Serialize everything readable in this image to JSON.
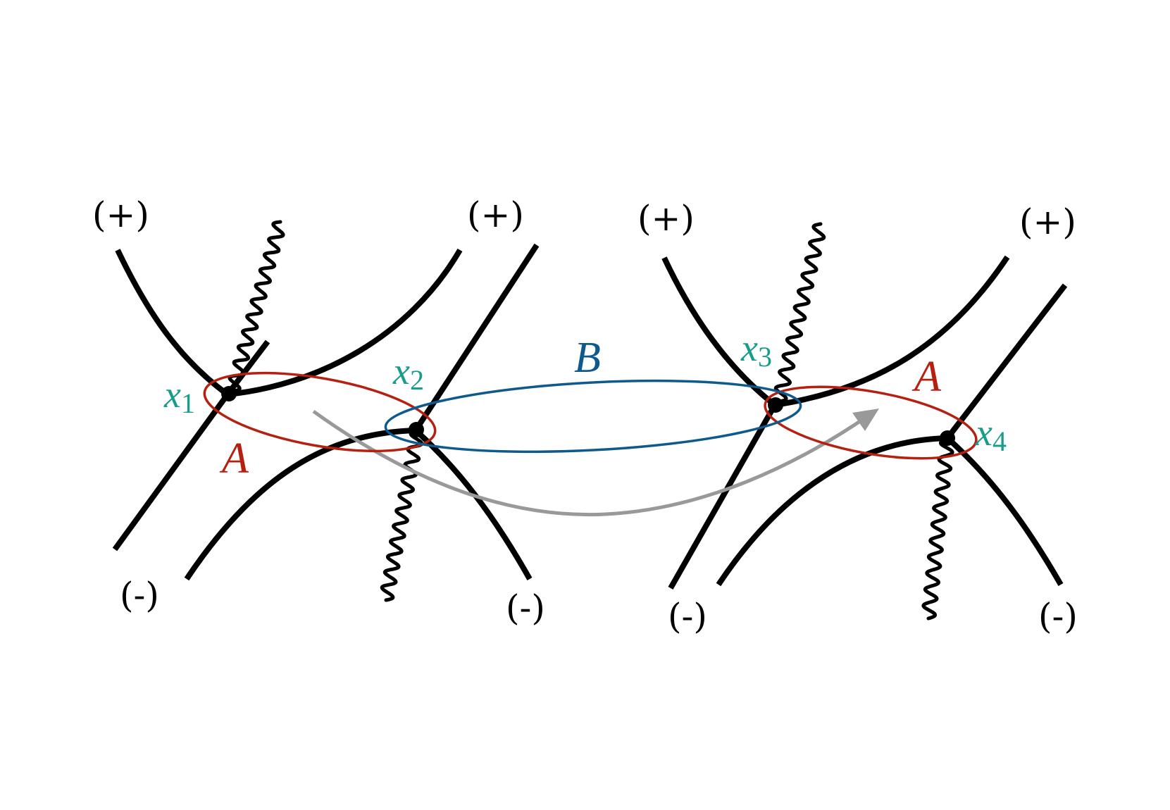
{
  "colors": {
    "line": "#000000",
    "region_a": "#b52010",
    "region_b": "#0f5a8c",
    "arrow": "#999999",
    "vertex_label": "#1a9c8c"
  },
  "signs": {
    "plus": "(+)",
    "minus": "(-)"
  },
  "regions": {
    "a": "A",
    "b": "B"
  },
  "vertices": {
    "x1": {
      "var": "x",
      "sub": "1"
    },
    "x2": {
      "var": "x",
      "sub": "2"
    },
    "x3": {
      "var": "x",
      "sub": "3"
    },
    "x4": {
      "var": "x",
      "sub": "4"
    }
  }
}
